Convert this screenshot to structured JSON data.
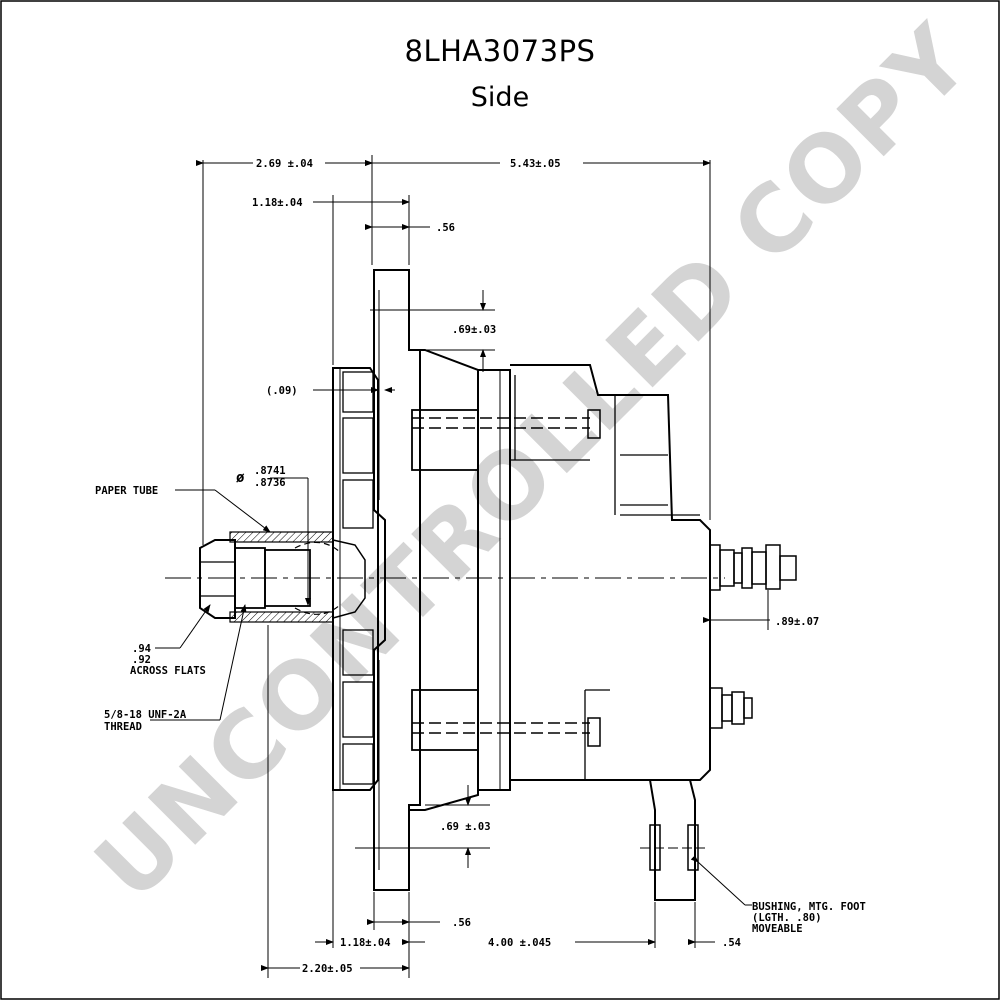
{
  "title": "8LHA3073PS",
  "subtitle": "Side",
  "watermark": "UNCONTROLLED COPY",
  "dimensions": {
    "overall_front": "2.69 ±.04",
    "overall_body": "5.43±.05",
    "top_flange": "1.18±.04",
    "top_flange_width": ".56",
    "top_ear_offset": ".69±.03",
    "fan_gap": "(.09)",
    "shaft_dia_max": ".8741",
    "shaft_dia_min": ".8736",
    "diameter_symbol": "ø",
    "rear_terminal": ".89±.07",
    "bottom_ear_offset": ".69 ±.03",
    "bottom_flange_width": ".56",
    "bottom_flange": "1.18±.04",
    "foot_spacing": "4.00 ±.045",
    "foot_width": ".54",
    "pulley_to_flange": "2.20±.05"
  },
  "callouts": {
    "paper_tube": "PAPER TUBE",
    "across_flats_max": ".94",
    "across_flats_min": ".92",
    "across_flats": "ACROSS FLATS",
    "thread_spec": "5/8-18 UNF-2A",
    "thread": "THREAD",
    "bushing_line1": "BUSHING, MTG. FOOT",
    "bushing_line2": "(LGTH. .80)",
    "bushing_line3": "MOVEABLE"
  }
}
